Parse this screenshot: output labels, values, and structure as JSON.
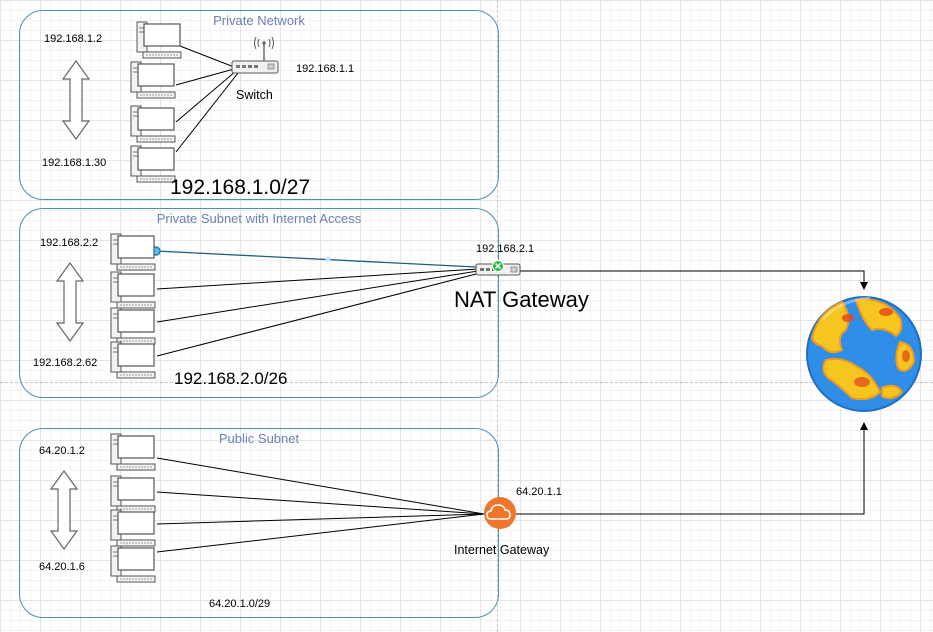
{
  "groups": {
    "private_network": {
      "title": "Private Network",
      "cidr": "192.168.1.0/27",
      "first_host": "192.168.1.2",
      "last_host": "192.168.1.30",
      "device_ip": "192.168.1.1",
      "device_label": "Switch"
    },
    "private_subnet": {
      "title": "Private Subnet with Internet Access",
      "cidr": "192.168.2.0/26",
      "first_host": "192.168.2.2",
      "last_host": "192.168.2.62",
      "device_ip": "192.168.2.1",
      "device_label": "NAT Gateway"
    },
    "public_subnet": {
      "title": "Public Subnet",
      "cidr": "64.20.1.0/29",
      "first_host": "64.20.1.2",
      "last_host": "64.20.1.6",
      "device_ip": "64.20.1.1",
      "device_label": "Internet Gateway"
    }
  },
  "icons": {
    "host": "desktop-computer-icon",
    "switch": "network-switch-icon",
    "internet": "globe-icon",
    "gateway": "cloud-icon"
  },
  "colors": {
    "group_border": "#4f8fae",
    "group_title": "#6b81b3",
    "gateway_orange": "#f0762b",
    "globe_ocean": "#2e8ee8",
    "globe_land": "#f7c51f"
  }
}
